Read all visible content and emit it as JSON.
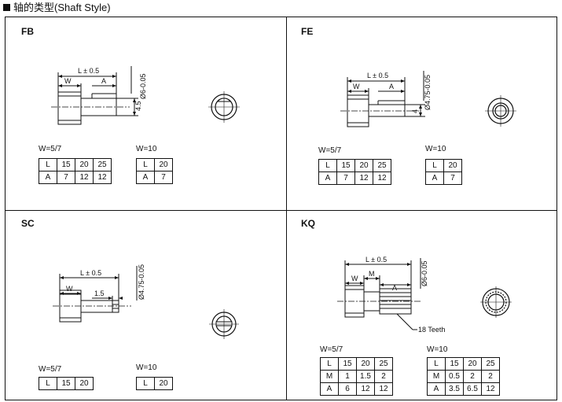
{
  "header": {
    "title": "轴的类型(Shaft Style)"
  },
  "panels": {
    "fb": {
      "name": "FB",
      "dims": {
        "l": "L ± 0.5",
        "w": "W",
        "a": "A",
        "h": "4.5",
        "phi": "Ø6-0.05"
      },
      "g1": {
        "label": "W=5/7",
        "rows": [
          [
            "L",
            "15",
            "20",
            "25"
          ],
          [
            "A",
            "7",
            "12",
            "12"
          ]
        ]
      },
      "g2": {
        "label": "W=10",
        "rows": [
          [
            "L",
            "20"
          ],
          [
            "A",
            "7"
          ]
        ]
      }
    },
    "fe": {
      "name": "FE",
      "dims": {
        "l": "L ± 0.5",
        "w": "W",
        "a": "A",
        "h": "4",
        "phi": "Ø4.75-0.05"
      },
      "g1": {
        "label": "W=5/7",
        "rows": [
          [
            "L",
            "15",
            "20",
            "25"
          ],
          [
            "A",
            "7",
            "12",
            "12"
          ]
        ]
      },
      "g2": {
        "label": "W=10",
        "rows": [
          [
            "L",
            "20"
          ],
          [
            "A",
            "7"
          ]
        ]
      }
    },
    "sc": {
      "name": "SC",
      "dims": {
        "l": "L ± 0.5",
        "w": "W",
        "a": "1.5",
        "phi": "Ø4.75-0.05"
      },
      "g1": {
        "label": "W=5/7",
        "rows": [
          [
            "L",
            "15",
            "20"
          ]
        ]
      },
      "g2": {
        "label": "W=10",
        "rows": [
          [
            "L",
            "20"
          ]
        ]
      }
    },
    "kq": {
      "name": "KQ",
      "dims": {
        "l": "L ± 0.5",
        "w": "W",
        "m": "M",
        "a": "A",
        "phi": "Ø6-0.05",
        "teeth": "18 Teeth"
      },
      "g1": {
        "label": "W=5/7",
        "rows": [
          [
            "L",
            "15",
            "20",
            "25"
          ],
          [
            "M",
            "1",
            "1.5",
            "2"
          ],
          [
            "A",
            "6",
            "12",
            "12"
          ]
        ]
      },
      "g2": {
        "label": "W=10",
        "rows": [
          [
            "L",
            "15",
            "20",
            "25"
          ],
          [
            "M",
            "0.5",
            "2",
            "2"
          ],
          [
            "A",
            "3.5",
            "6.5",
            "12"
          ]
        ]
      }
    }
  }
}
